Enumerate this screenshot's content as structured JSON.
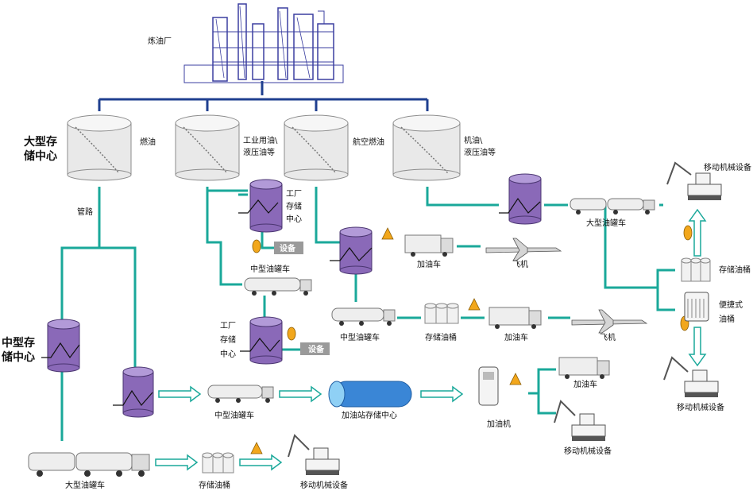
{
  "labels": {
    "refinery": "炼油厂",
    "large_storage_center": [
      "大型存",
      "储中心"
    ],
    "fuel_oil": "燃油",
    "industrial_oil": [
      "工业用油\\",
      "液压油等"
    ],
    "aviation_fuel": "航空燃油",
    "engine_oil": [
      "机油\\",
      "液压油等"
    ],
    "pipeline": "管路",
    "factory_storage_center": [
      "工厂",
      "存储",
      "中心"
    ],
    "device": "设备",
    "medium_tanker_1": "中型油罐车",
    "refuel_truck_1": "加油车",
    "airplane_1": "飞机",
    "large_tanker_top": "大型油罐车",
    "mobile_machinery_top": "移动机械设备",
    "storage_drum_right": "存储油桶",
    "portable_drum": [
      "便捷式",
      "油桶"
    ],
    "mobile_machinery_right": "移动机械设备",
    "medium_tanker_2": "中型油罐车",
    "storage_drum_mid": "存储油桶",
    "refuel_truck_2": "加油车",
    "airplane_2": "飞机",
    "medium_storage_center": [
      "中型存",
      "储中心"
    ],
    "factory_storage_center_2": [
      "工厂",
      "存储",
      "中心"
    ],
    "device_2": "设备",
    "medium_tanker_3": "中型油罐车",
    "gas_station_storage": "加油站存储中心",
    "fuel_dispenser": "加油机",
    "refuel_truck_3": "加油车",
    "mobile_machinery_mid": "移动机械设备",
    "large_tanker_bottom": "大型油罐车",
    "storage_drum_bottom": "存储油桶",
    "mobile_machinery_bottom": "移动机械设备"
  },
  "colors": {
    "pipe_teal": "#1aa89a",
    "pipe_navy": "#1f3f8f",
    "tank_purple": "#8a69b8",
    "warning_orange": "#f2a71c"
  }
}
